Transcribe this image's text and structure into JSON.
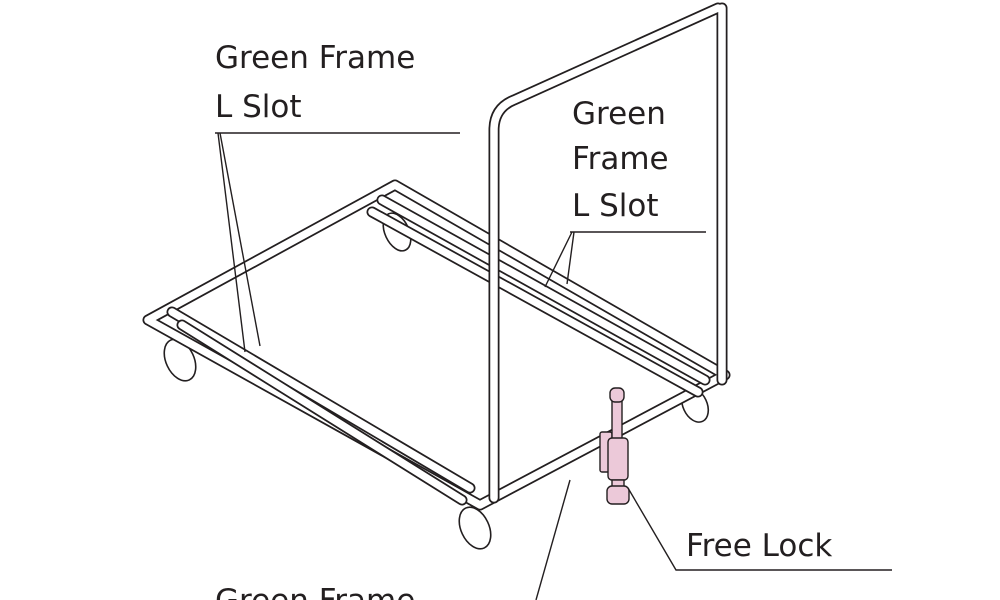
{
  "labels": {
    "top_left_line1": "Green Frame",
    "top_left_line2": "L Slot",
    "right_line1": "Green",
    "right_line2": "Frame",
    "right_line3": "L Slot",
    "free_lock": "Free Lock",
    "bottom_left": "Green Frame"
  },
  "colors": {
    "free_lock_part": "#ecc9d9",
    "line": "#231f20"
  }
}
